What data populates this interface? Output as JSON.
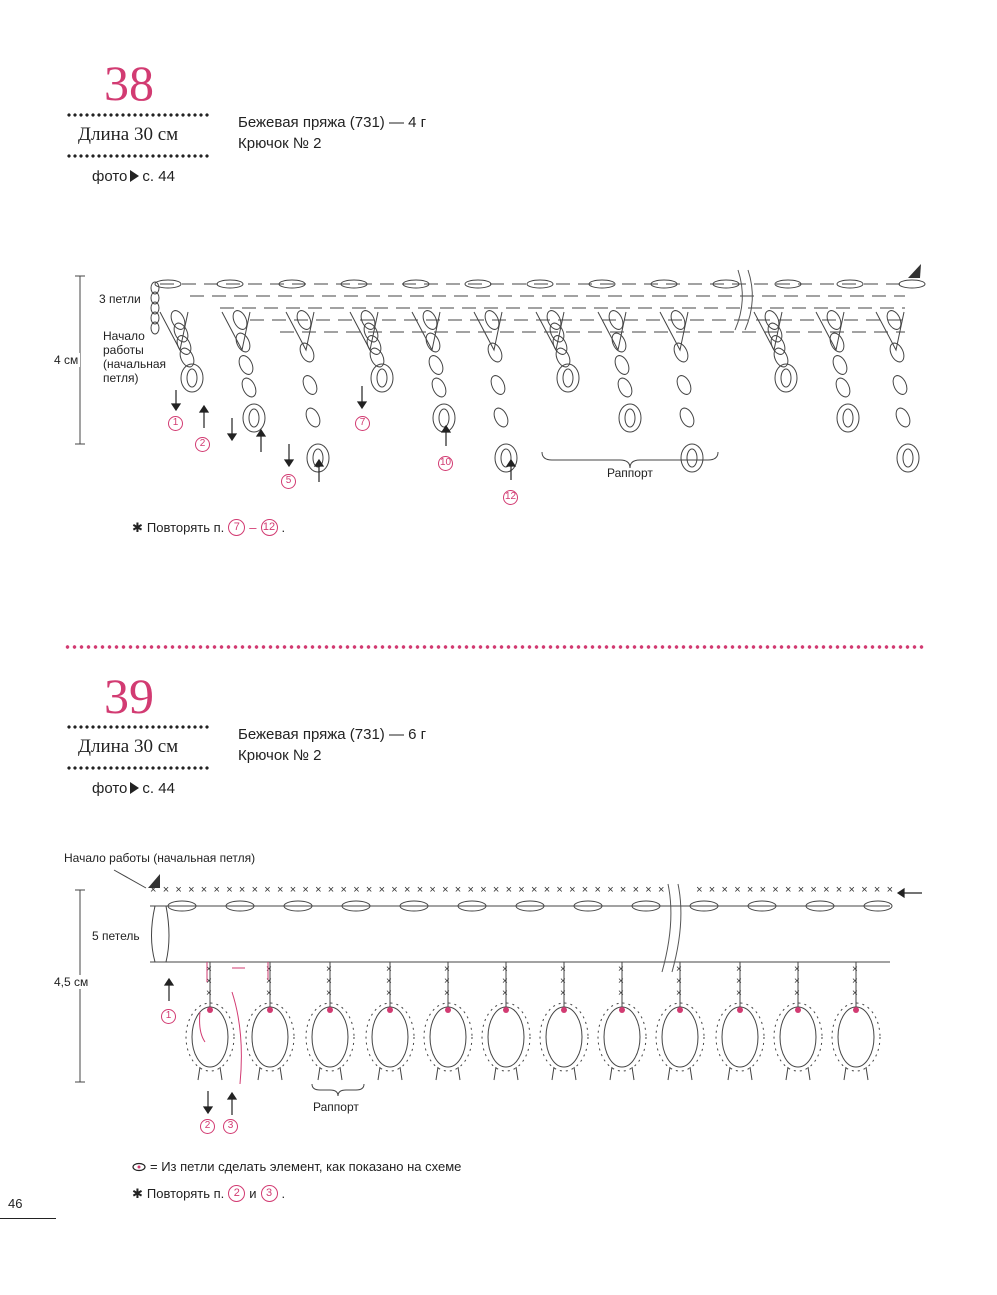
{
  "pattern1": {
    "number": "38",
    "length": "Длина 30 см",
    "yarn": "Бежевая пряжа (731) — 4 г",
    "hook": "Крючок № 2",
    "photo_prefix": "фото",
    "photo_page": "с. 44",
    "height": "4 см",
    "chain_label": "3 петли",
    "start_label": [
      "Начало",
      "работы",
      "(начальная",
      "петля)"
    ],
    "rows": [
      "1",
      "2",
      "5",
      "7",
      "10",
      "12"
    ],
    "repeat_label": "Раппорт",
    "note_prefix": "Повторять п.",
    "note_from": "7",
    "note_to": "12"
  },
  "pattern2": {
    "number": "39",
    "length": "Длина 30 см",
    "yarn": "Бежевая пряжа (731) — 6 г",
    "hook": "Крючок № 2",
    "photo_prefix": "фото",
    "photo_page": "с. 44",
    "start_label": "Начало работы (начальная петля)",
    "height": "4,5 см",
    "chain_label": "5 петель",
    "rows": [
      "1",
      "2",
      "3"
    ],
    "repeat_label": "Раппорт",
    "legend_text": "= Из петли сделать элемент, как показано на схеме",
    "note_prefix": "Повторять п.",
    "note_a": "2",
    "note_and": "и",
    "note_b": "3"
  },
  "page_number": "46",
  "colors": {
    "accent": "#d23b72",
    "ink": "#222222"
  }
}
